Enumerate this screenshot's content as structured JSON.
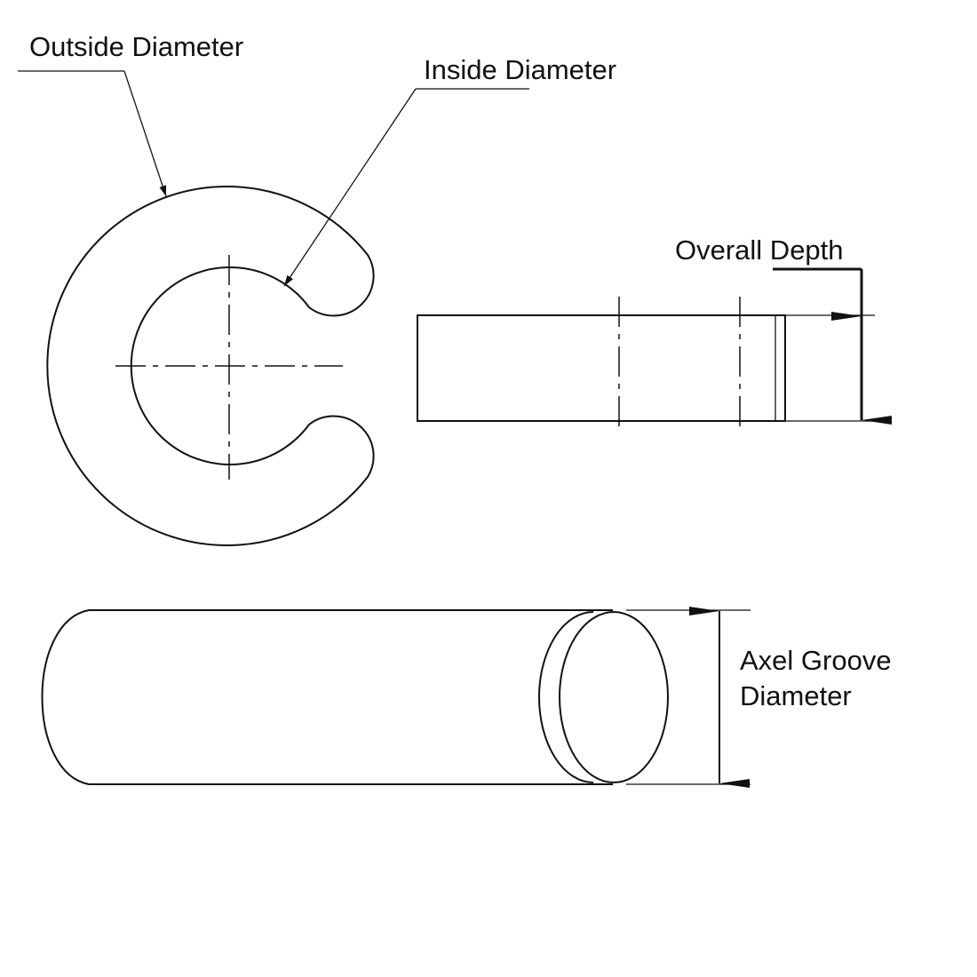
{
  "labels": {
    "outside_diameter": "Outside Diameter",
    "inside_diameter": "Inside Diameter",
    "overall_depth": "Overall Depth",
    "axel_groove_line1": "Axel Groove",
    "axel_groove_line2": "Diameter"
  },
  "colors": {
    "line": "#111111",
    "background": "#ffffff"
  }
}
